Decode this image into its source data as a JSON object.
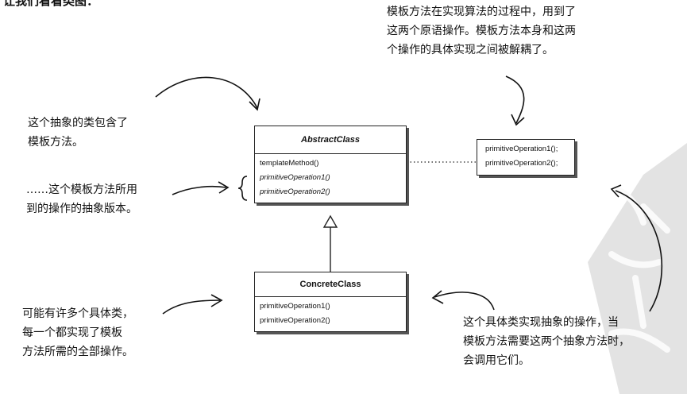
{
  "heading": "让我们看看类图：",
  "notes": {
    "top_right": [
      "模板方法在实现算法的过程中，用到了",
      "这两个原语操作。模板方法本身和这两",
      "个操作的具体实现之间被解耦了。"
    ],
    "left_top": [
      "这个抽象的类包含了",
      "模板方法。"
    ],
    "left_mid": [
      "……这个模板方法所用",
      "到的操作的抽象版本。"
    ],
    "left_bottom": [
      "可能有许多个具体类，",
      "每一个都实现了模板",
      "方法所需的全部操作。"
    ],
    "bottom_right": [
      "这个具体类实现抽象的操作，当",
      "模板方法需要这两个抽象方法时，",
      "会调用它们。"
    ]
  },
  "abstract_class": {
    "name": "AbstractClass",
    "operations": [
      "templateMethod()",
      "primitiveOperation1()",
      "primitiveOperation2()"
    ]
  },
  "template_body": [
    "primitiveOperation1();",
    "primitiveOperation2();"
  ],
  "concrete_class": {
    "name": "ConcreteClass",
    "operations": [
      "primitiveOperation1()",
      "primitiveOperation2()"
    ]
  },
  "colors": {
    "ink": "#111111",
    "watermark": "#d9d9d9"
  }
}
